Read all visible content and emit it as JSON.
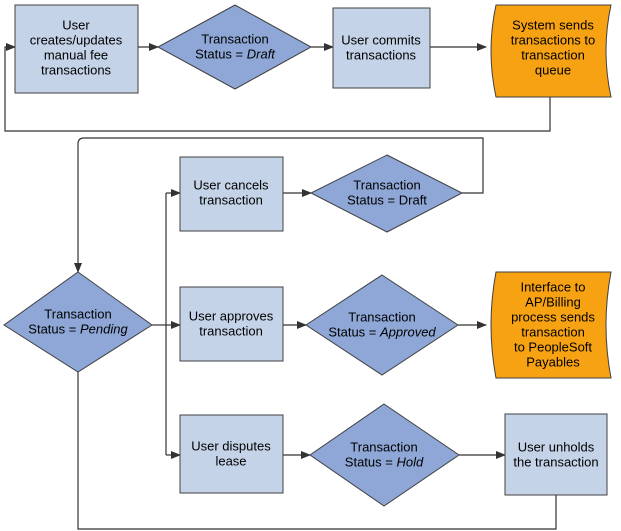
{
  "colors": {
    "process_fill": "#c5d3e8",
    "decision_fill": "#8ea7d6",
    "system_fill": "#f7a212",
    "stroke": "#404040",
    "arrow": "#333333"
  },
  "nodes": {
    "user_creates": {
      "lines": [
        [
          {
            "t": "User"
          }
        ],
        [
          {
            "t": "creates/updates"
          }
        ],
        [
          {
            "t": "manual fee"
          }
        ],
        [
          {
            "t": "transactions"
          }
        ]
      ]
    },
    "status_draft_top": {
      "lines": [
        [
          {
            "t": "Transaction"
          }
        ],
        [
          {
            "t": "Status = "
          },
          {
            "t": "Draft",
            "i": true
          }
        ]
      ]
    },
    "user_commits": {
      "lines": [
        [
          {
            "t": "User commits"
          }
        ],
        [
          {
            "t": "transactions"
          }
        ]
      ]
    },
    "system_queue": {
      "lines": [
        [
          {
            "t": "System sends"
          }
        ],
        [
          {
            "t": "transactions to"
          }
        ],
        [
          {
            "t": "transaction"
          }
        ],
        [
          {
            "t": "queue"
          }
        ]
      ]
    },
    "user_cancels": {
      "lines": [
        [
          {
            "t": "User cancels"
          }
        ],
        [
          {
            "t": "transaction"
          }
        ]
      ]
    },
    "status_draft_mid": {
      "lines": [
        [
          {
            "t": "Transaction"
          }
        ],
        [
          {
            "t": "Status = Draft"
          }
        ]
      ]
    },
    "status_pending": {
      "lines": [
        [
          {
            "t": "Transaction"
          }
        ],
        [
          {
            "t": "Status = "
          },
          {
            "t": "Pending",
            "i": true
          }
        ]
      ]
    },
    "user_approves": {
      "lines": [
        [
          {
            "t": "User approves"
          }
        ],
        [
          {
            "t": "transaction"
          }
        ]
      ]
    },
    "status_approved": {
      "lines": [
        [
          {
            "t": "Transaction"
          }
        ],
        [
          {
            "t": "Status = "
          },
          {
            "t": "Approved",
            "i": true
          }
        ]
      ]
    },
    "interface_ap": {
      "lines": [
        [
          {
            "t": "Interface to"
          }
        ],
        [
          {
            "t": "AP/Billing"
          }
        ],
        [
          {
            "t": "process sends"
          }
        ],
        [
          {
            "t": "transaction"
          }
        ],
        [
          {
            "t": "to PeopleSoft"
          }
        ],
        [
          {
            "t": "Payables"
          }
        ]
      ]
    },
    "user_disputes": {
      "lines": [
        [
          {
            "t": "User disputes"
          }
        ],
        [
          {
            "t": "lease"
          }
        ]
      ]
    },
    "status_hold": {
      "lines": [
        [
          {
            "t": "Transaction"
          }
        ],
        [
          {
            "t": "Status = "
          },
          {
            "t": "Hold",
            "i": true
          }
        ]
      ]
    },
    "user_unholds": {
      "lines": [
        [
          {
            "t": "User unholds"
          }
        ],
        [
          {
            "t": "the transaction"
          }
        ]
      ]
    }
  }
}
